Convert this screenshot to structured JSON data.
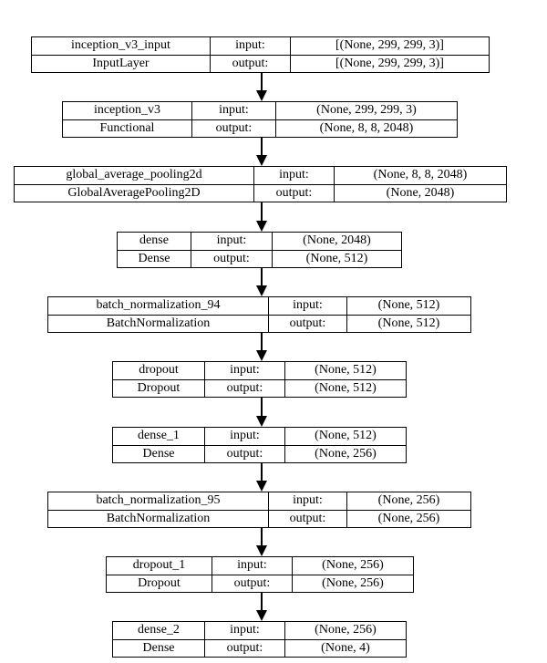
{
  "layers": [
    {
      "name": "inception_v3_input",
      "type": "InputLayer",
      "input_label": "input:",
      "input_shape": "[(None, 299, 299, 3)]",
      "output_label": "output:",
      "output_shape": "[(None, 299, 299, 3)]"
    },
    {
      "name": "inception_v3",
      "type": "Functional",
      "input_label": "input:",
      "input_shape": "(None, 299, 299, 3)",
      "output_label": "output:",
      "output_shape": "(None, 8, 8, 2048)"
    },
    {
      "name": "global_average_pooling2d",
      "type": "GlobalAveragePooling2D",
      "input_label": "input:",
      "input_shape": "(None, 8, 8, 2048)",
      "output_label": "output:",
      "output_shape": "(None, 2048)"
    },
    {
      "name": "dense",
      "type": "Dense",
      "input_label": "input:",
      "input_shape": "(None, 2048)",
      "output_label": "output:",
      "output_shape": "(None, 512)"
    },
    {
      "name": "batch_normalization_94",
      "type": "BatchNormalization",
      "input_label": "input:",
      "input_shape": "(None, 512)",
      "output_label": "output:",
      "output_shape": "(None, 512)"
    },
    {
      "name": "dropout",
      "type": "Dropout",
      "input_label": "input:",
      "input_shape": "(None, 512)",
      "output_label": "output:",
      "output_shape": "(None, 512)"
    },
    {
      "name": "dense_1",
      "type": "Dense",
      "input_label": "input:",
      "input_shape": "(None, 512)",
      "output_label": "output:",
      "output_shape": "(None, 256)"
    },
    {
      "name": "batch_normalization_95",
      "type": "BatchNormalization",
      "input_label": "input:",
      "input_shape": "(None, 256)",
      "output_label": "output:",
      "output_shape": "(None, 256)"
    },
    {
      "name": "dropout_1",
      "type": "Dropout",
      "input_label": "input:",
      "input_shape": "(None, 256)",
      "output_label": "output:",
      "output_shape": "(None, 256)"
    },
    {
      "name": "dense_2",
      "type": "Dense",
      "input_label": "input:",
      "input_shape": "(None, 256)",
      "output_label": "output:",
      "output_shape": "(None, 4)"
    }
  ]
}
